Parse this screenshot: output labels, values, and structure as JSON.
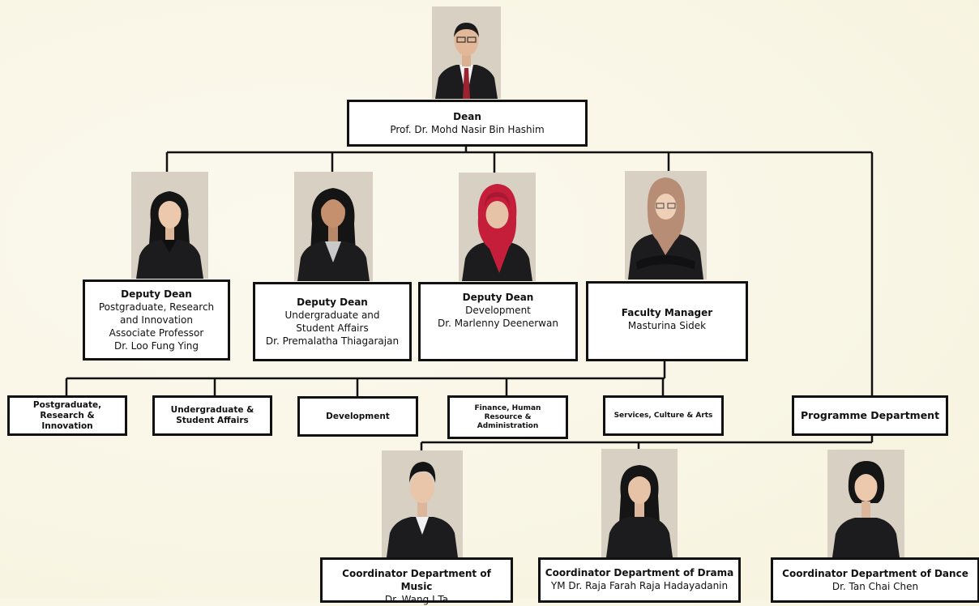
{
  "dean": {
    "title": "Dean",
    "name": "Prof. Dr. Mohd Nasir Bin Hashim"
  },
  "deputy_postgrad": {
    "title": "Deputy Dean",
    "line1": "Postgraduate, Research",
    "line2": "and Innovation",
    "line3": "Associate Professor",
    "name": "Dr. Loo Fung Ying"
  },
  "deputy_undergrad": {
    "title": "Deputy Dean",
    "line1": "Undergraduate and",
    "line2": "Student Affairs",
    "name": "Dr. Premalatha Thiagarajan"
  },
  "deputy_development": {
    "title": "Deputy Dean",
    "line1": "Development",
    "name": "Dr. Marlenny Deenerwan"
  },
  "faculty_manager": {
    "title": "Faculty Manager",
    "name": "Masturina Sidek"
  },
  "units": {
    "postgrad_line1": "Postgraduate,",
    "postgrad_line2": "Research & Innovation",
    "undergrad_line1": "Undergraduate &",
    "undergrad_line2": "Student Affairs",
    "development": "Development",
    "finance_line1": "Finance, Human",
    "finance_line2": "Resource &",
    "finance_line3": "Administration",
    "services": "Services, Culture & Arts"
  },
  "programme_department": "Programme Department",
  "coord_music": {
    "title": "Coordinator Department of Music",
    "name": "Dr. Wang I Ta"
  },
  "coord_drama": {
    "title": "Coordinator Department of Drama",
    "name": "YM Dr. Raja Farah Raja Hadayadanin"
  },
  "coord_dance": {
    "title": "Coordinator Department of Dance",
    "name": "Dr. Tan Chai Chen"
  },
  "colors": {
    "line": "#111111",
    "photo_bg": "#d8d0c3",
    "suit": "#1c1c1f",
    "skin": "#e7c2a6",
    "hair": "#151515",
    "hijab_red": "#c41e3a",
    "hijab_beige": "#b88d76"
  }
}
